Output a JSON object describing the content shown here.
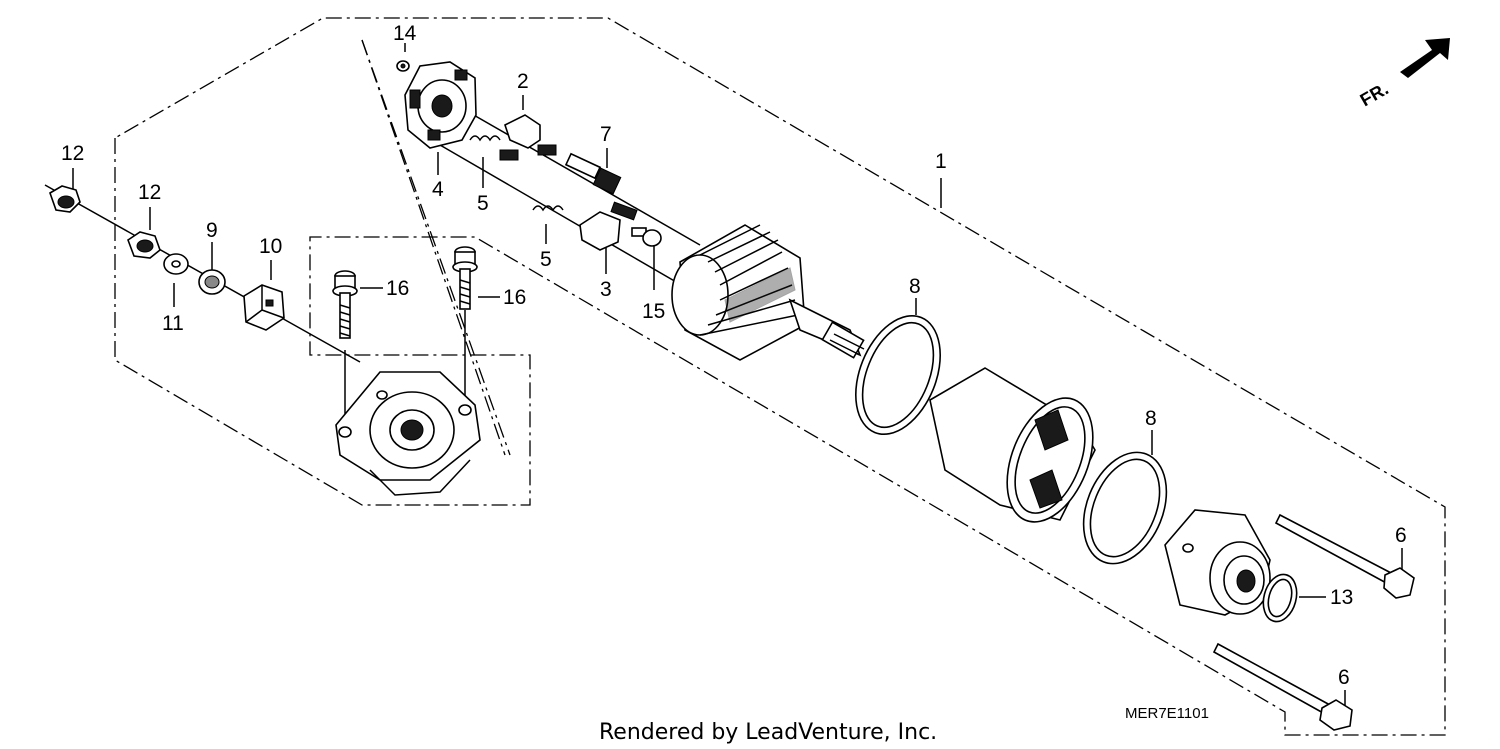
{
  "diagram": {
    "drawing_code": "MER7E1101",
    "credit": "Rendered by LeadVenture, Inc.",
    "direction_label": "FR.",
    "callouts": [
      {
        "id": "c1",
        "text": "1"
      },
      {
        "id": "c2",
        "text": "2"
      },
      {
        "id": "c3",
        "text": "3"
      },
      {
        "id": "c4",
        "text": "4"
      },
      {
        "id": "c5a",
        "text": "5"
      },
      {
        "id": "c5b",
        "text": "5"
      },
      {
        "id": "c6a",
        "text": "6"
      },
      {
        "id": "c6b",
        "text": "6"
      },
      {
        "id": "c7",
        "text": "7"
      },
      {
        "id": "c8a",
        "text": "8"
      },
      {
        "id": "c8b",
        "text": "8"
      },
      {
        "id": "c9",
        "text": "9"
      },
      {
        "id": "c10",
        "text": "10"
      },
      {
        "id": "c11",
        "text": "11"
      },
      {
        "id": "c12a",
        "text": "12"
      },
      {
        "id": "c12b",
        "text": "12"
      },
      {
        "id": "c13",
        "text": "13"
      },
      {
        "id": "c14",
        "text": "14"
      },
      {
        "id": "c15",
        "text": "15"
      },
      {
        "id": "c16a",
        "text": "16"
      },
      {
        "id": "c16b",
        "text": "16"
      }
    ]
  }
}
